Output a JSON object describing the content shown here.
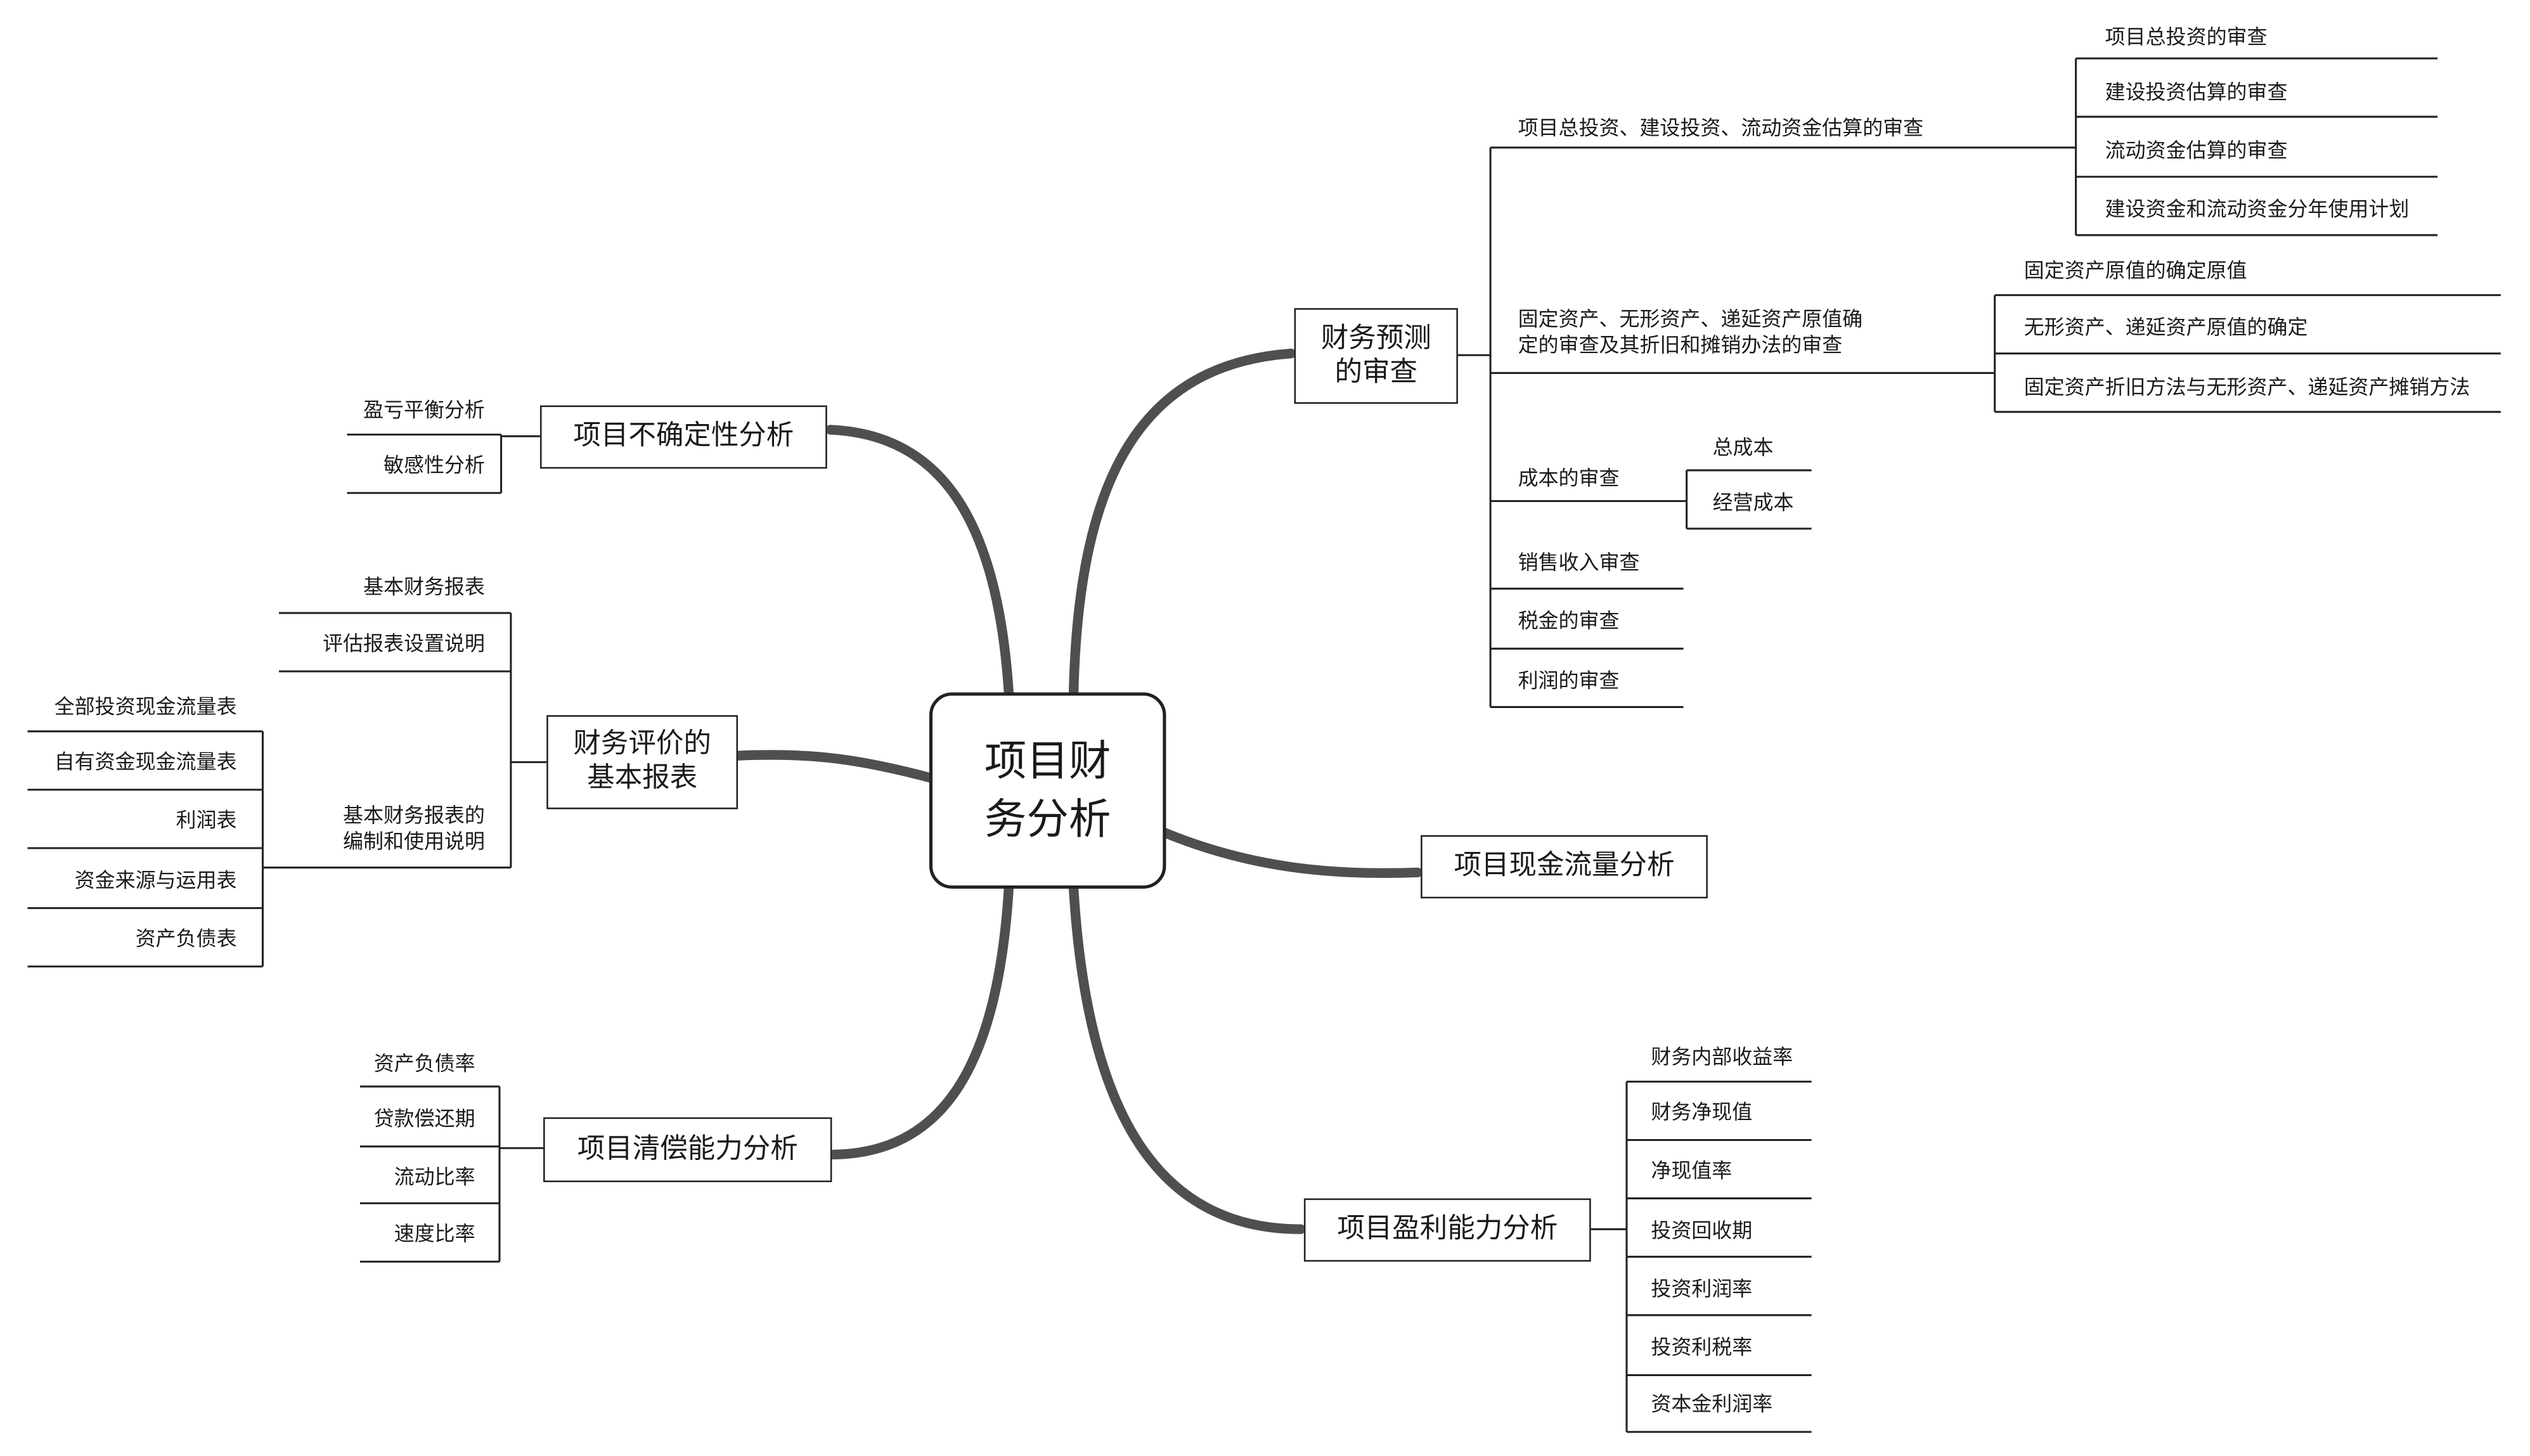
{
  "root": {
    "line1": "项目财",
    "line2": "务分析"
  },
  "branches": {
    "forecast": {
      "line1": "财务预测",
      "line2": "的审查",
      "children": [
        {
          "label": "项目总投资、建设投资、流动资金估算的审查",
          "children": [
            "项目总投资的审查",
            "建设投资估算的审查",
            "流动资金估算的审查",
            "建设资金和流动资金分年使用计划"
          ]
        },
        {
          "line1": "固定资产、无形资产、递延资产原值确",
          "line2": "定的审查及其折旧和摊销办法的审查",
          "children": [
            "固定资产原值的确定原值",
            "无形资产、递延资产原值的确定",
            "固定资产折旧方法与无形资产、递延资产摊销方法"
          ]
        },
        {
          "label": "成本的审查",
          "children": [
            "总成本",
            "经营成本"
          ]
        },
        {
          "label": "销售收入审查"
        },
        {
          "label": "税金的审查"
        },
        {
          "label": "利润的审查"
        }
      ]
    },
    "uncertainty": {
      "label": "项目不确定性分析",
      "children": [
        "盈亏平衡分析",
        "敏感性分析"
      ]
    },
    "statements": {
      "line1": "财务评价的",
      "line2": "基本报表",
      "children": [
        {
          "label": "基本财务报表"
        },
        {
          "label": "评估报表设置说明"
        },
        {
          "line1": "基本财务报表的",
          "line2": "编制和使用说明",
          "children": [
            "全部投资现金流量表",
            "自有资金现金流量表",
            "利润表",
            "资金来源与运用表",
            "资产负债表"
          ]
        }
      ]
    },
    "cashflow": {
      "label": "项目现金流量分析"
    },
    "solvency": {
      "label": "项目清偿能力分析",
      "children": [
        "资产负债率",
        "贷款偿还期",
        "流动比率",
        "速度比率"
      ]
    },
    "profitability": {
      "label": "项目盈利能力分析",
      "children": [
        "财务内部收益率",
        "财务净现值",
        "净现值率",
        "投资回收期",
        "投资利润率",
        "投资利税率",
        "资本金利润率"
      ]
    }
  },
  "colors": {
    "branch": "#505050",
    "line": "#222222",
    "text": "#1a1a1a"
  }
}
